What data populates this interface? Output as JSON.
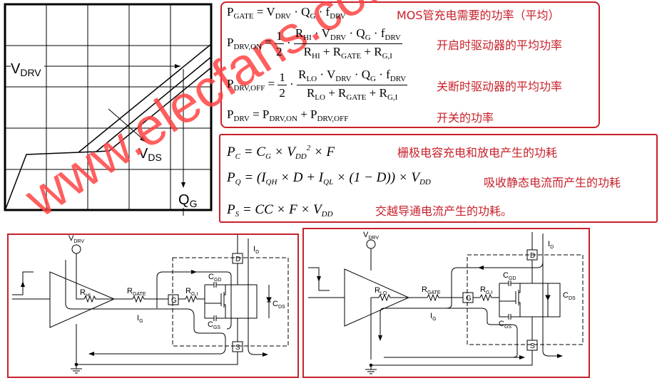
{
  "graph": {
    "vdrv_label": "V",
    "vdrv_sub": "DRV",
    "vds_label": "V",
    "vds_sub": "DS",
    "qg_label": "Q",
    "qg_sub": "G"
  },
  "formulas_box1": [
    {
      "tokens": [
        [
          "P",
          "GATE"
        ],
        [
          " = V",
          "DRV"
        ],
        [
          " · Q",
          "G"
        ],
        [
          " · f",
          "DRV"
        ]
      ],
      "desc": "MOS管充电需要的功率（平均）"
    },
    {
      "lhs": [
        [
          "P",
          "DRV,ON"
        ],
        [
          " = ",
          ""
        ]
      ],
      "coef_num": "1",
      "coef_den": "2",
      "num": [
        [
          "R",
          "HI"
        ],
        [
          " · V",
          "DRV"
        ],
        [
          " · Q",
          "G"
        ],
        [
          " · f",
          "DRV"
        ]
      ],
      "den": [
        [
          "R",
          "HI"
        ],
        [
          " + R",
          "GATE"
        ],
        [
          " + R",
          "G,I"
        ]
      ],
      "desc": "开启时驱动器的平均功率"
    },
    {
      "lhs": [
        [
          "P",
          "DRV,OFF"
        ],
        [
          " = ",
          ""
        ]
      ],
      "coef_num": "1",
      "coef_den": "2",
      "num": [
        [
          "R",
          "LO"
        ],
        [
          " · V",
          "DRV"
        ],
        [
          " · Q",
          "G"
        ],
        [
          " · f",
          "DRV"
        ]
      ],
      "den": [
        [
          "R",
          "LO"
        ],
        [
          " + R",
          "GATE"
        ],
        [
          " + R",
          "G,I"
        ]
      ],
      "desc": "关断时驱动器的平均功率"
    },
    {
      "tokens": [
        [
          "P",
          "DRV"
        ],
        [
          " = P",
          "DRV,ON"
        ],
        [
          " + P",
          "DRV,OFF"
        ]
      ],
      "desc": "开关的功率"
    }
  ],
  "formulas_box2": [
    {
      "tokens": [
        [
          "P",
          "C"
        ],
        [
          " = C",
          "G"
        ],
        [
          " × V",
          "DD",
          "2"
        ],
        [
          " × F",
          ""
        ]
      ],
      "desc": "栅极电容充电和放电产生的功耗"
    },
    {
      "tokens": [
        [
          "P",
          "Q"
        ],
        [
          " = (I",
          "QH"
        ],
        [
          " × D + I",
          "QL"
        ],
        [
          " × (1 − D)) × V",
          "DD"
        ]
      ],
      "desc": "吸收静态电流而产生的功耗"
    },
    {
      "tokens": [
        [
          "P",
          "S"
        ],
        [
          " = CC × F × V",
          "DD"
        ]
      ],
      "desc": "交越导通电流产生的功耗。"
    }
  ],
  "circuit_on": {
    "vdrv": "V",
    "vdrv_sub": "DRV",
    "rdrv": "R",
    "rdrv_sub": "HI",
    "rgate": "R",
    "rgate_sub": "GATE",
    "rgi": "R",
    "rgi_sub": "G,I",
    "g": "G",
    "d": "D",
    "s": "S",
    "id": "I",
    "id_sub": "D",
    "ig": "I",
    "ig_sub": "G",
    "cgd": "C",
    "cgd_sub": "GD",
    "cgs": "C",
    "cgs_sub": "GS",
    "cds": "C",
    "cds_sub": "DS"
  },
  "circuit_off": {
    "vdrv": "V",
    "vdrv_sub": "DRV",
    "rdrv": "R",
    "rdrv_sub": "LO",
    "rgate": "R",
    "rgate_sub": "GATE",
    "rgi": "R",
    "rgi_sub": "G,I",
    "g": "G",
    "d": "D",
    "s": "S",
    "id": "I",
    "id_sub": "D",
    "ig": "I",
    "ig_sub": "G",
    "cgd": "C",
    "cgd_sub": "GD",
    "cgs": "C",
    "cgs_sub": "GS",
    "cds": "C",
    "cds_sub": "DS"
  },
  "watermark": "www.elecfans.com",
  "colors": {
    "frame": "#c8202a",
    "desc_text": "#c8202a",
    "watermark": "#ff4444"
  }
}
